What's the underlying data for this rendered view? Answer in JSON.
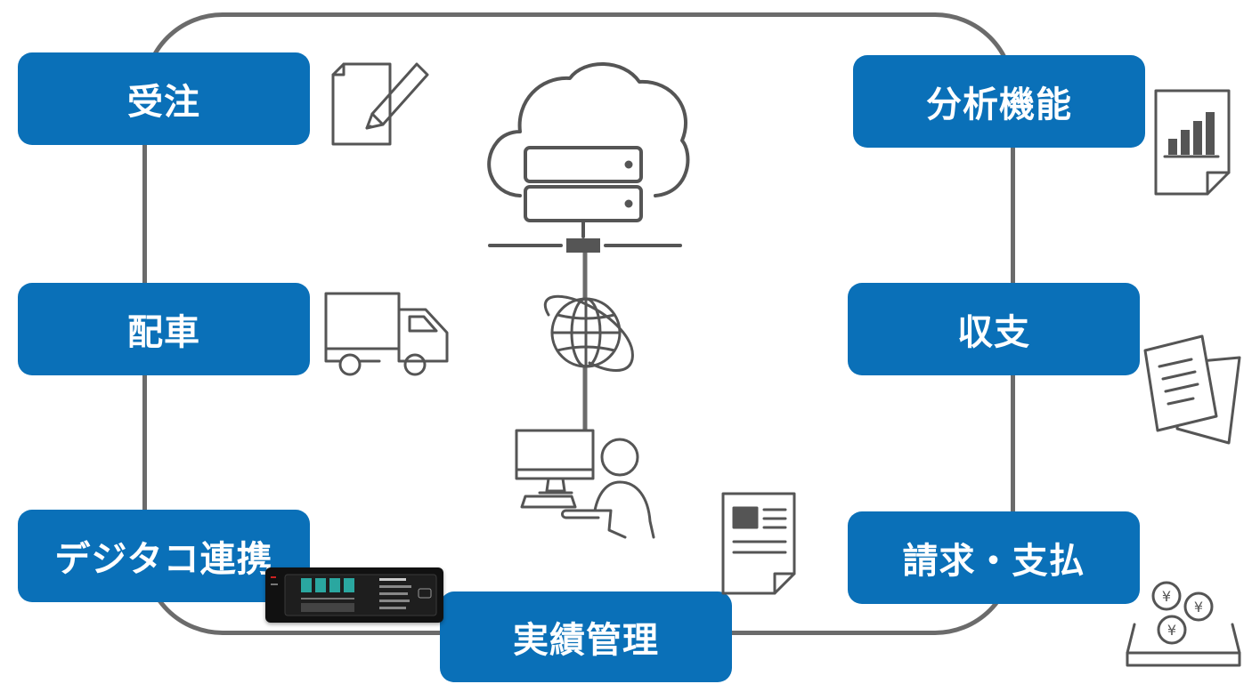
{
  "nodes": {
    "order": "受注",
    "dispatch": "配車",
    "digitaco": "デジタコ連携",
    "results": "実績管理",
    "analysis": "分析機能",
    "balance": "収支",
    "billing": "請求・支払"
  },
  "colors": {
    "box": "#0a70b8",
    "line": "#6b6b6b",
    "icon_stroke": "#555555"
  },
  "icons": {
    "order": "document-pencil-icon",
    "dispatch": "truck-icon",
    "digitaco": "digital-tachograph-device-icon",
    "results": "report-document-icon",
    "analysis": "bar-chart-document-icon",
    "balance": "documents-icon",
    "billing": "yen-coins-tray-icon",
    "center_cloud": "cloud-server-icon",
    "center_network": "globe-network-icon",
    "center_user": "user-computer-icon"
  }
}
